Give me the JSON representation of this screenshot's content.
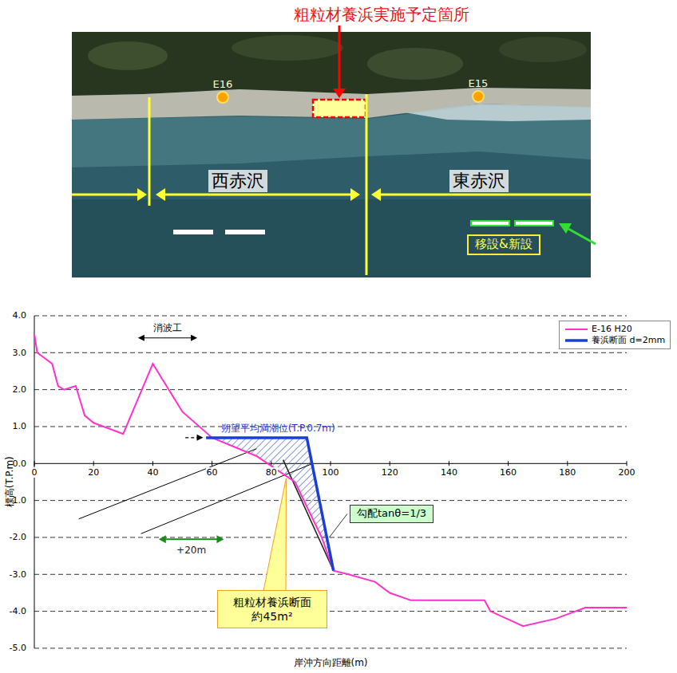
{
  "diagram": {
    "title": "粗粒材養浜実施予定箇所",
    "nodes": [
      {
        "text": [
          "移設&新設"
        ]
      },
      {
        "text": [
          "勾配tanθ=1/3"
        ]
      },
      {
        "text": [
          "粗粒材養浜断面 約45m²"
        ]
      }
    ],
    "labels": [
      "E16",
      "E15",
      "西赤沢",
      "東赤沢",
      "消波工",
      "朔望平均満潮位(T.P.0.7m)",
      "+20m",
      "4.0",
      "3.0",
      "2.0",
      "1.0",
      "0.0",
      "-1.0",
      "-2.0",
      "-3.0",
      "-4.0",
      "-5.0",
      "0",
      "20",
      "40",
      "60",
      "80",
      "100",
      "120",
      "140",
      "160",
      "180",
      "200",
      "標高(T.P.m)",
      "岸沖方向距離(m)"
    ],
    "legend": [
      {
        "text": "E-16 H20"
      },
      {
        "text": "養浜断面 d=2mm"
      }
    ]
  }
}
